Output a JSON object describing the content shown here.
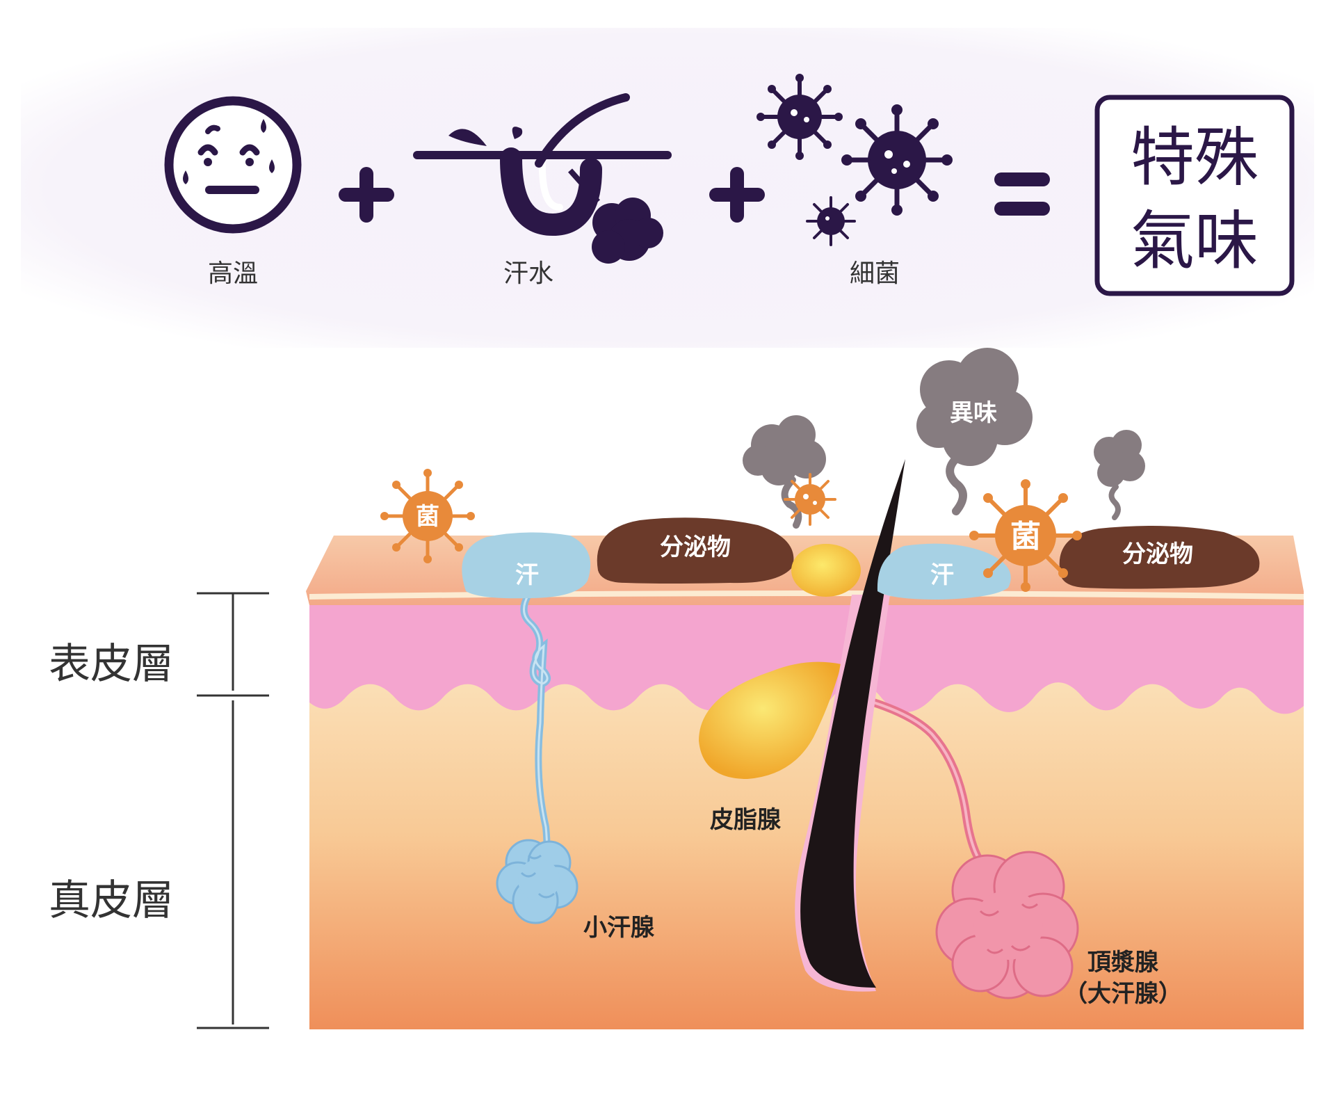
{
  "formula": {
    "factors": [
      {
        "label": "高溫",
        "icon": "sweating-face-icon"
      },
      {
        "label": "汗水",
        "icon": "sweat-gland-icon"
      },
      {
        "label": "細菌",
        "icon": "bacteria-icon"
      }
    ],
    "plus": "+",
    "equals": "=",
    "result_line1": "特殊",
    "result_line2": "氣味"
  },
  "layers": {
    "epidermis": "表皮層",
    "dermis": "真皮層"
  },
  "labels": {
    "bacteria": "菌",
    "bacteria2": "菌",
    "sweat": "汗",
    "sweat2": "汗",
    "secretion": "分泌物",
    "secretion2": "分泌物",
    "odor": "異味",
    "sebaceous": "皮脂腺",
    "eccrine": "小汗腺",
    "apocrine": "頂漿腺",
    "apocrine_sub": "（大汗腺）"
  },
  "colors": {
    "icon_purple": "#2b1747",
    "band_bg": "#f4f0f8",
    "epidermis_pink": "#f3a6cf",
    "dermis_top": "#fbe7c4",
    "dermis_bottom": "#f29a62",
    "surface_peach": "#f6b89a",
    "sweat_blue": "#a7d1e4",
    "secretion_brown": "#6b3a2a",
    "bacteria_orange": "#e88a3a",
    "smoke_gray": "#857b7e",
    "sebum_yellow": "#f4c43c",
    "apocrine_red": "#ec7d92",
    "hair_black": "#1c1416"
  }
}
